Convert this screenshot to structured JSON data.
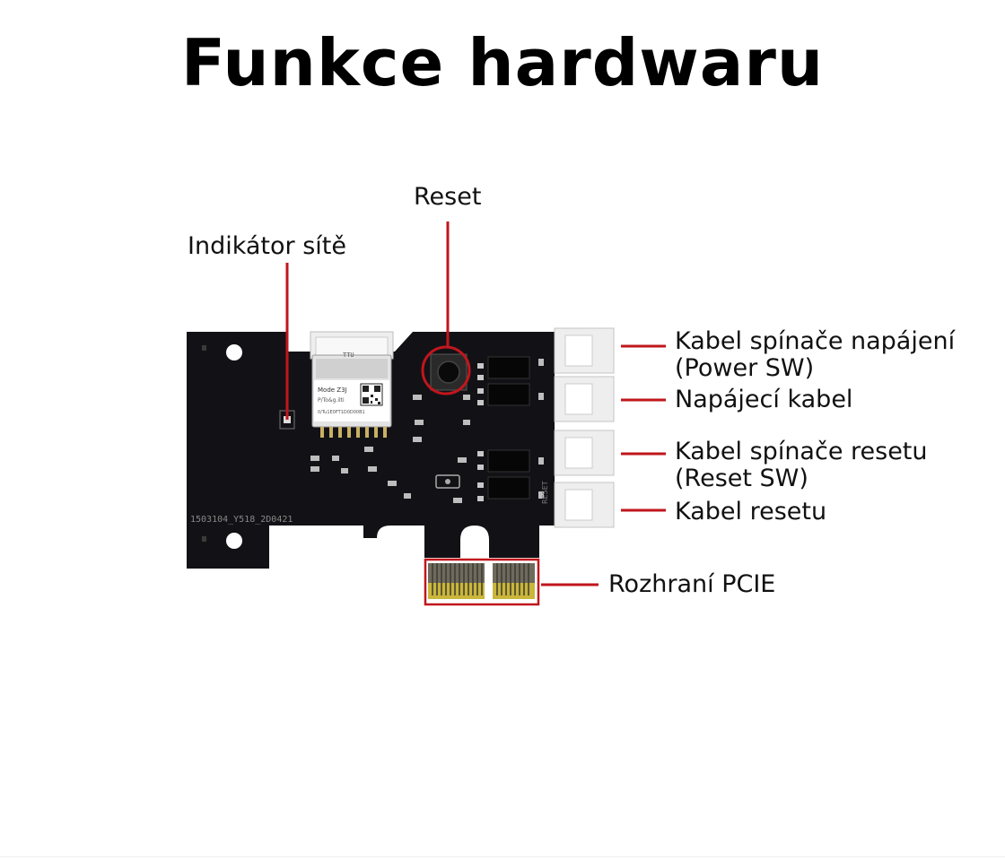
{
  "title": "Funkce hardwaru",
  "labels": {
    "reset": "Reset",
    "network_indicator": "Indikátor sítě",
    "power_sw_cable_line1": "Kabel spínače napájení",
    "power_sw_cable_line2": "(Power SW)",
    "power_cable": "Napájecí kabel",
    "reset_sw_cable_line1": "Kabel spínače resetu",
    "reset_sw_cable_line2": "(Reset SW)",
    "reset_cable": "Kabel resetu",
    "pcie_interface": "Rozhraní PCIE"
  },
  "board_text": {
    "serial": "1503104_Y518_2D0421",
    "module_line1": "Mode Z3J",
    "module_line2": "P/To&g.ilti",
    "module_line3": "0/Tu1E0FT1D0D00B1",
    "module_tag": "TTU",
    "connector_tag": "RESET"
  },
  "colors": {
    "accent": "#c0161c",
    "board": "#121216",
    "connector": "#eeeeee",
    "gold": "#c9a227"
  }
}
